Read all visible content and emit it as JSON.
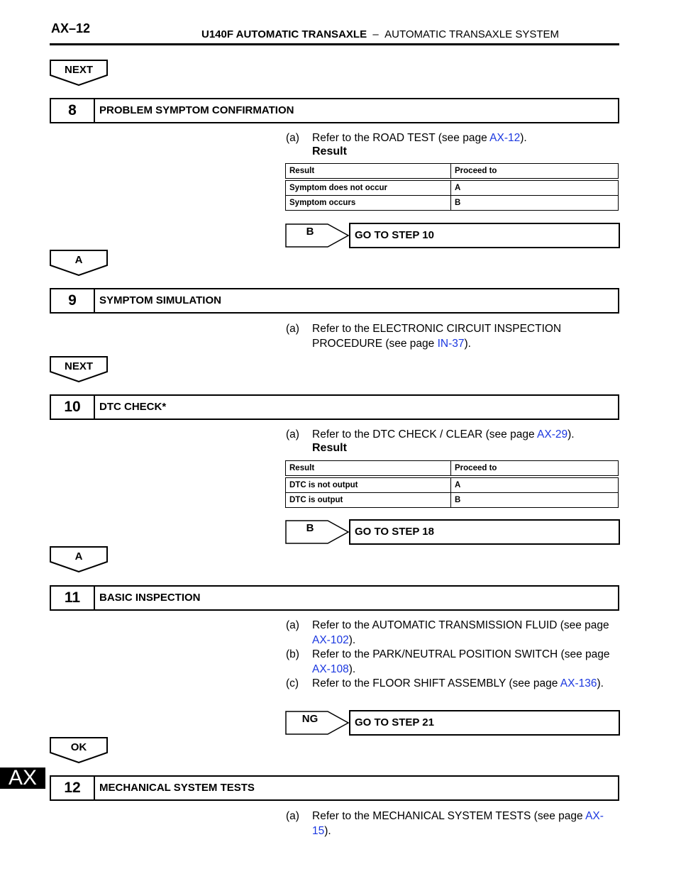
{
  "header": {
    "page_id": "AX–12",
    "title_bold": "U140F AUTOMATIC TRANSAXLE",
    "title_sep": "–",
    "title_rest": "AUTOMATIC TRANSAXLE SYSTEM"
  },
  "flows": [
    "NEXT",
    "A",
    "NEXT",
    "A",
    "OK"
  ],
  "steps": [
    {
      "num": "8",
      "title": "PROBLEM SYMPTOM CONFIRMATION"
    },
    {
      "num": "9",
      "title": "SYMPTOM SIMULATION"
    },
    {
      "num": "10",
      "title": "DTC CHECK*"
    },
    {
      "num": "11",
      "title": "BASIC INSPECTION"
    },
    {
      "num": "12",
      "title": "MECHANICAL SYSTEM TESTS"
    }
  ],
  "s8": {
    "a_label": "(a)",
    "a_text": "Refer to the ROAD TEST (see page ",
    "a_link": "AX-12",
    "a_end": ").",
    "result_title": "Result",
    "table": [
      [
        "Result",
        "Proceed to"
      ],
      [
        "Symptom does not occur",
        "A"
      ],
      [
        "Symptom occurs",
        "B"
      ]
    ],
    "branch_label": "B",
    "goto": "GO TO STEP 10"
  },
  "s9": {
    "a_label": "(a)",
    "a_text": "Refer to the ELECTRONIC CIRCUIT INSPECTION PROCEDURE (see page ",
    "a_link": "IN-37",
    "a_end": ")."
  },
  "s10": {
    "a_label": "(a)",
    "a_text": "Refer to the DTC CHECK / CLEAR (see page ",
    "a_link": "AX-29",
    "a_end": ").",
    "result_title": "Result",
    "table": [
      [
        "Result",
        "Proceed to"
      ],
      [
        "DTC is not output",
        "A"
      ],
      [
        "DTC is output",
        "B"
      ]
    ],
    "branch_label": "B",
    "goto": "GO TO STEP 18"
  },
  "s11": {
    "a_label": "(a)",
    "a_text": "Refer to the AUTOMATIC TRANSMISSION FLUID (see page ",
    "a_link": "AX-102",
    "a_end": ").",
    "b_label": "(b)",
    "b_text": "Refer to the PARK/NEUTRAL POSITION SWITCH (see page ",
    "b_link": "AX-108",
    "b_end": ").",
    "c_label": "(c)",
    "c_text": "Refer to the FLOOR SHIFT ASSEMBLY (see page ",
    "c_link": "AX-136",
    "c_end": ").",
    "branch_label": "NG",
    "goto": "GO TO STEP 21"
  },
  "s12": {
    "a_label": "(a)",
    "a_text": "Refer to the MECHANICAL SYSTEM TESTS (see page ",
    "a_link": "AX-15",
    "a_end": ")."
  },
  "side_tab": "AX",
  "colors": {
    "link": "#1a37e0"
  }
}
